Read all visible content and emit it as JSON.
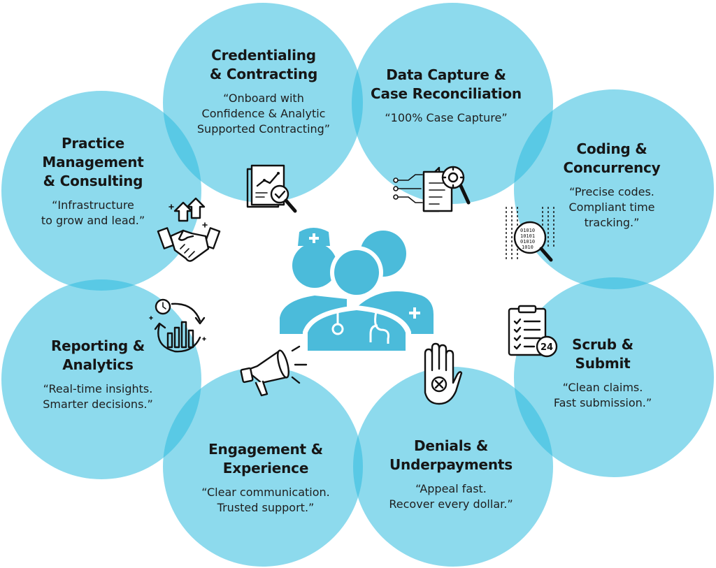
{
  "colors": {
    "circle": "#30bcde",
    "center_figure": "#4bbbda",
    "ink": "#111111"
  },
  "center": {
    "icon": "healthcare-team-icon"
  },
  "segments": [
    {
      "key": "credentialing",
      "title": "Credentialing\n& Contracting",
      "quote": "“Onboard with\nConfidence & Analytic\nSupported Contracting”",
      "icon": "document-chart-magnifier-icon"
    },
    {
      "key": "data-capture",
      "title": "Data Capture &\nCase Reconciliation",
      "quote": "“100% Case Capture”",
      "icon": "document-circuit-gear-icon"
    },
    {
      "key": "coding",
      "title": "Coding &\nConcurrency",
      "quote": "“Precise codes.\nCompliant time\ntracking.”",
      "icon": "binary-code-magnifier-icon"
    },
    {
      "key": "scrub",
      "title": "Scrub &\nSubmit",
      "quote": "“Clean claims.\nFast submission.”",
      "icon": "checklist-24-icon"
    },
    {
      "key": "denials",
      "title": "Denials &\nUnderpayments",
      "quote": "“Appeal fast.\nRecover every dollar.”",
      "icon": "stop-hand-icon"
    },
    {
      "key": "engagement",
      "title": "Engagement &\nExperience",
      "quote": "“Clear communication.\nTrusted support.”",
      "icon": "megaphone-icon"
    },
    {
      "key": "reporting",
      "title": "Reporting &\nAnalytics",
      "quote": "“Real-time insights.\nSmarter decisions.”",
      "icon": "realtime-analytics-icon"
    },
    {
      "key": "practice",
      "title": "Practice\nManagement\n& Consulting",
      "quote": "“Infrastructure\nto grow and lead.”",
      "icon": "handshake-growth-icon"
    }
  ]
}
